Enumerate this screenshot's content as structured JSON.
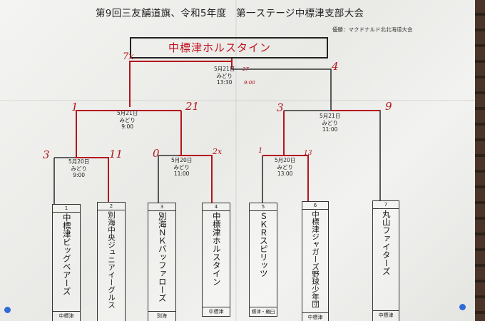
{
  "header": {
    "title": "第9回三友舗道旗、令和5年度　第一ステージ中標津支部大会",
    "subtitle": "優勝：マクドナルド北北海道大会"
  },
  "champion": {
    "name": "中標津ホルスタイン"
  },
  "games": {
    "final": {
      "date": "5月21日",
      "venue": "みどり",
      "time": "13:30",
      "note_time": "9:00",
      "score_left": "7x",
      "score_right": "4",
      "red_num": "27"
    },
    "semi_left": {
      "date": "5月21日",
      "venue": "みどり",
      "time": "9:00",
      "score_left": "1",
      "score_right": "21"
    },
    "semi_right": {
      "date": "5月21日",
      "venue": "みどり",
      "time": "11:00",
      "score_left": "3",
      "score_right": "9"
    },
    "qf1": {
      "date": "5月20日",
      "venue": "みどり",
      "time": "9:00",
      "score_left": "3",
      "score_right": "11"
    },
    "qf2": {
      "date": "5月20日",
      "venue": "みどり",
      "time": "11:00",
      "score_left": "0",
      "score_right": "2x"
    },
    "qf3": {
      "date": "5月20日",
      "venue": "みどり",
      "time": "13:00",
      "score_left": "1",
      "score_right": "13"
    }
  },
  "teams": [
    {
      "num": "1",
      "name": "中標津ビッグベアーズ",
      "region": "中標津"
    },
    {
      "num": "2",
      "name": "別海中央ジュニアイーグルス",
      "region": ""
    },
    {
      "num": "3",
      "name": "別海ＮＫバッファローズ",
      "region": "別海"
    },
    {
      "num": "4",
      "name": "中標津ホルスタイン",
      "region": "中標津"
    },
    {
      "num": "5",
      "name": "ＳＫＲスピリッツ",
      "region": "標津・羅臼"
    },
    {
      "num": "6",
      "name": "中標津ジャガーズ野球少年団",
      "region": "中標津"
    },
    {
      "num": "7",
      "name": "丸山ファイターズ",
      "region": "中標津"
    }
  ],
  "colors": {
    "winner_line": "#b3161c",
    "bracket_line": "#333333",
    "pin": "#2f6bd6"
  }
}
